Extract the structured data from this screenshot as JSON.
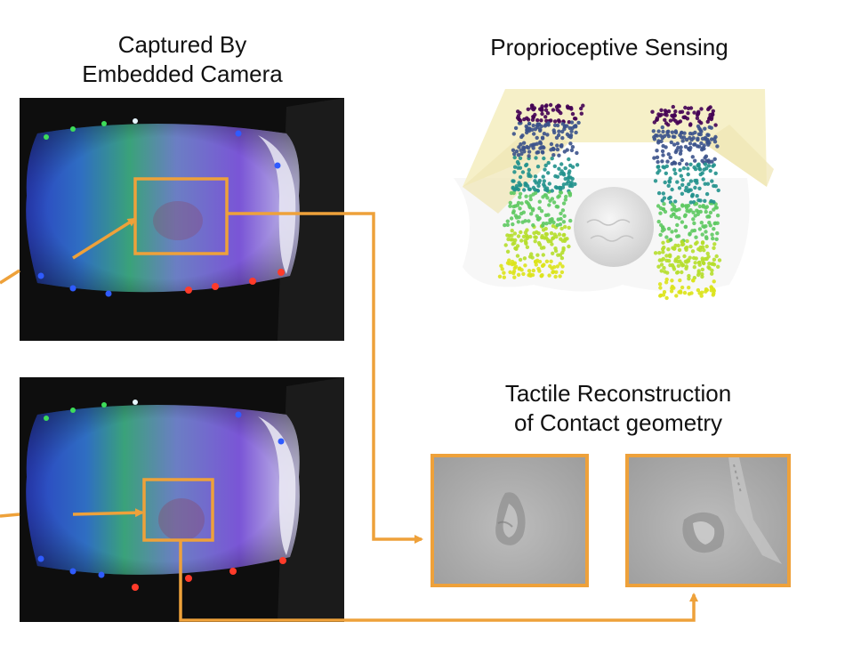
{
  "labels": {
    "camera_line1": "Captured By",
    "camera_line2": "Embedded Camera",
    "proprio": "Proprioceptive Sensing",
    "tactile_line1": "Tactile Reconstruction",
    "tactile_line2": "of Contact geometry"
  },
  "colors": {
    "accent": "#EEA13A",
    "led_green": "#3ddc5a",
    "led_blue": "#2f5bff",
    "led_red": "#ff3b2a",
    "gripper_shell": "#f6f0c8"
  }
}
